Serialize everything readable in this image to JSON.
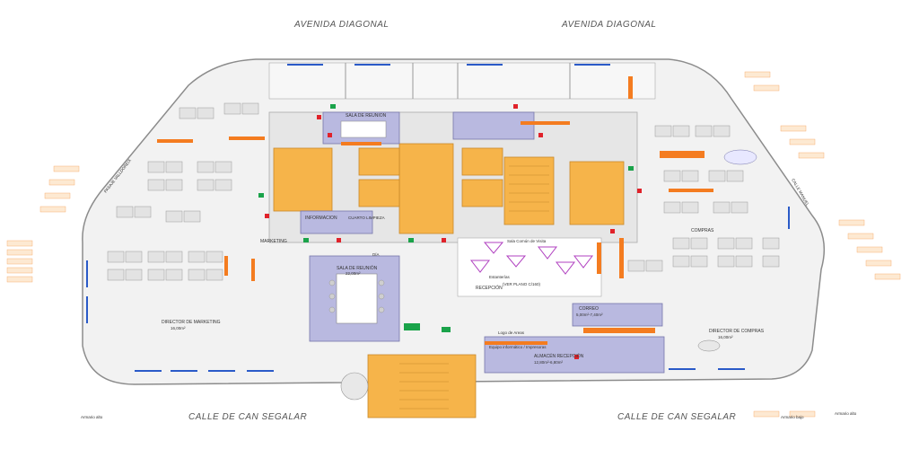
{
  "streets": {
    "top_left": "AVENIDA DIAGONAL",
    "top_right": "AVENIDA DIAGONAL",
    "bottom_left": "CALLE DE CAN SEGALAR",
    "bottom_right": "CALLE DE CAN SEGALAR",
    "left_side": "PASAJE VALLDOREIX",
    "right_side": "CALLE MANUEL"
  },
  "rooms": {
    "sala_reunion_top": "SALA DE REUNION",
    "sala_reunion_main": "SALA DE REUNIÓN",
    "sala_reunion_main_area": "22,00m²",
    "informacion": "INFORMACION",
    "cuarto_limpieza": "CUARTO LIMPIEZA",
    "director_marketing": "DIRECTOR DE MARKETING",
    "director_marketing_area": "16,00m²",
    "director_compras": "DIRECTOR DE COMPRAS",
    "director_compras_area": "16,00m²",
    "compras": "COMPRAS",
    "recepcion": "RECEPCIÓN",
    "sala_espera": "Sala Común de Visita",
    "almacen_recepcion": "ALMACÉN RECEPCIÓN",
    "almacen_recepcion_area": "12,80m²-6,80m²",
    "correo": "CORREO",
    "correo_area": "5,00m²-7,40m²",
    "marketing": "MARKETING",
    "pantalla": "(VER PLANO C/160)",
    "equipo_informatico": "Equipo informático / Impresoras",
    "logo": "Logo de Areas",
    "estanteria": "Estanterías",
    "dia": "DÍA"
  },
  "notes": {
    "armario_alto_left": "Armario alto",
    "armario_bajo_right": "Armario bajo",
    "armario_alto_right": "Armario alto"
  },
  "colors": {
    "purple_room": "#b9b9e0",
    "orange_core": "#f6b44a",
    "orange_storage": "#f47c20",
    "window_blue": "#2a5ac8",
    "exit_green": "#1aa34a",
    "fire_red": "#e0222a"
  }
}
